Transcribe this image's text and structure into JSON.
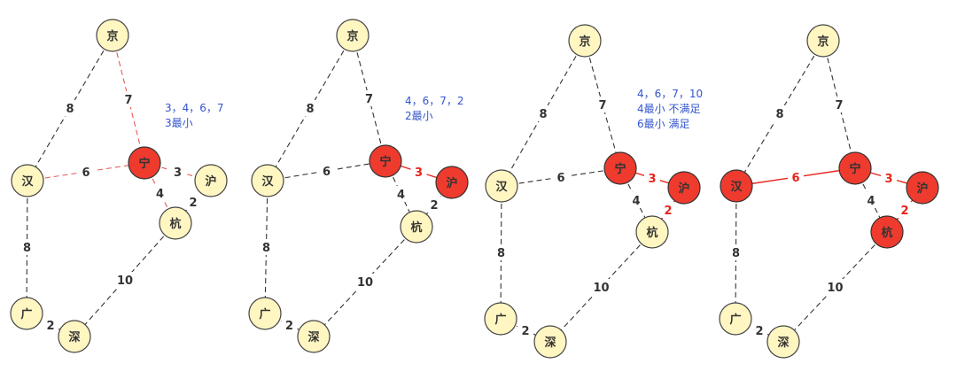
{
  "colors": {
    "node_fill": "#fff6c2",
    "node_stroke": "#444444",
    "selected_fill": "#ee3b2e",
    "selected_stroke": "#333333",
    "edge_default": "#333333",
    "edge_considered": "#e35b57",
    "edge_selected": "#e8221b",
    "note_text": "#3355cc"
  },
  "nodes": {
    "jing": "京",
    "ning": "宁",
    "han": "汉",
    "hu": "沪",
    "hang": "杭",
    "guang": "广",
    "shen": "深"
  },
  "edges": [
    {
      "from": "jing",
      "to": "han",
      "weight": "8"
    },
    {
      "from": "jing",
      "to": "ning",
      "weight": "7"
    },
    {
      "from": "han",
      "to": "ning",
      "weight": "6"
    },
    {
      "from": "ning",
      "to": "hu",
      "weight": "3"
    },
    {
      "from": "ning",
      "to": "hang",
      "weight": "4"
    },
    {
      "from": "hu",
      "to": "hang",
      "weight": "2"
    },
    {
      "from": "han",
      "to": "guang",
      "weight": "8"
    },
    {
      "from": "hang",
      "to": "shen",
      "weight": "10"
    },
    {
      "from": "guang",
      "to": "shen",
      "weight": "2"
    }
  ],
  "panels": [
    {
      "id": "step1",
      "notes": [
        "3，4，6，7",
        "3最小"
      ],
      "selected_nodes": [
        "ning"
      ],
      "considered_edges": [
        1,
        2,
        3,
        4
      ],
      "selected_edges": []
    },
    {
      "id": "step2",
      "notes": [
        "4，6，7，2",
        "2最小"
      ],
      "selected_nodes": [
        "ning",
        "hu"
      ],
      "considered_edges": [],
      "selected_edges": [
        3
      ]
    },
    {
      "id": "step3",
      "notes": [
        "4，6，7，10",
        "4最小 不满足",
        "6最小 满足"
      ],
      "selected_nodes": [
        "ning",
        "hu"
      ],
      "considered_edges": [],
      "selected_edges": [
        3,
        5
      ]
    },
    {
      "id": "step4",
      "notes": [],
      "selected_nodes": [
        "han",
        "ning",
        "hu",
        "hang"
      ],
      "considered_edges": [],
      "selected_edges": [
        2,
        3,
        5
      ]
    }
  ]
}
